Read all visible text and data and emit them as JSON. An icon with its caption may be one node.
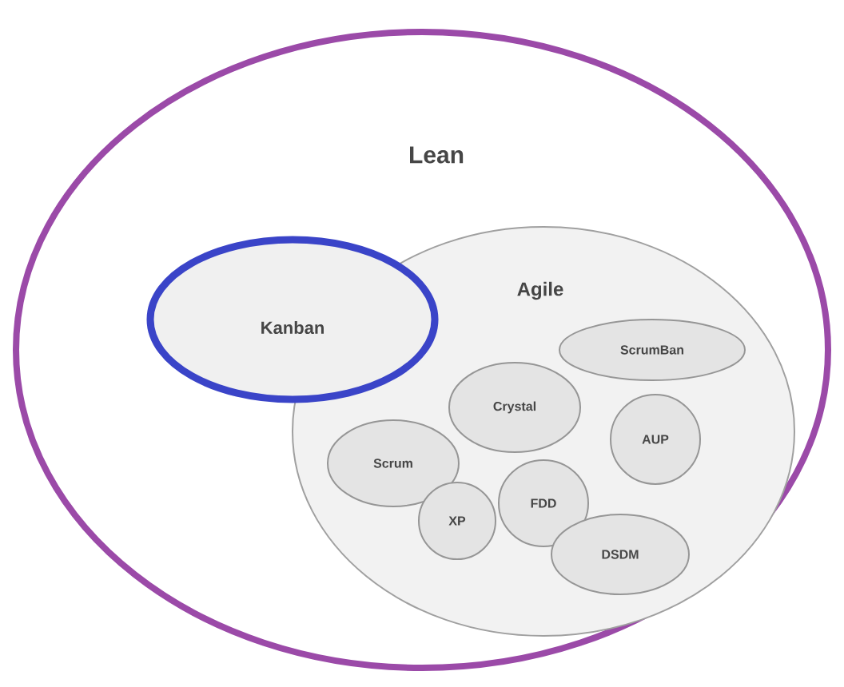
{
  "diagram": {
    "nodes": [
      {
        "text": [
          "Lean"
        ]
      },
      {
        "text": [
          "Kanban"
        ],
        "in": 0
      },
      {
        "text": [
          "Agile"
        ],
        "in": 0
      },
      {
        "text": [
          "ScrumBan"
        ],
        "in": 2
      },
      {
        "text": [
          "Crystal"
        ],
        "in": 2
      },
      {
        "text": [
          "AUP"
        ],
        "in": 2
      },
      {
        "text": [
          "Scrum"
        ],
        "in": 2
      },
      {
        "text": [
          "FDD"
        ],
        "in": 2
      },
      {
        "text": [
          "XP"
        ],
        "in": 2
      },
      {
        "text": [
          "DSDM"
        ],
        "in": 2
      }
    ]
  }
}
